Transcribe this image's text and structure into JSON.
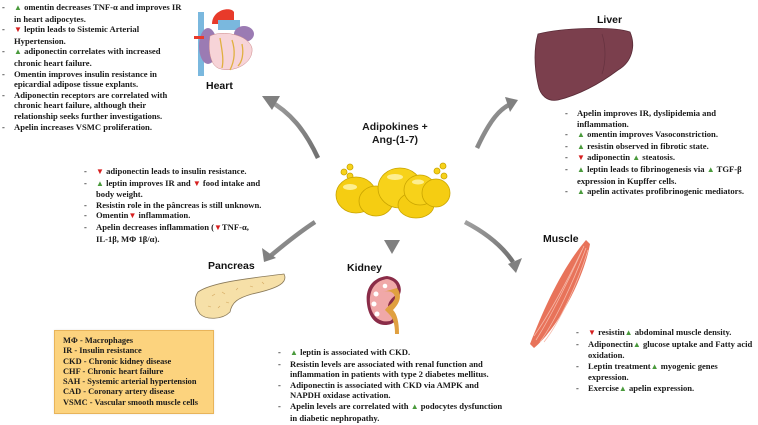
{
  "center": {
    "title_line1": "Adipokines +",
    "title_line2": "Ang-(1-7)",
    "icon": "fat-droplets-icon"
  },
  "heart": {
    "label": "Heart",
    "items": [
      {
        "pre_icon": "up",
        "text": " omentin decreases TNF-α and improves IR in heart adipocytes."
      },
      {
        "pre_icon": "down",
        "text": " leptin leads to Sistemic Arterial Hypertension."
      },
      {
        "pre_icon": "up",
        "text": " adiponectin correlates with increased chronic heart failure."
      },
      {
        "pre_icon": "",
        "text": "Omentin improves insulin resistance in epicardial adipose tissue explants."
      },
      {
        "pre_icon": "",
        "text": "Adiponectin receptors are correlated with chronic heart failure, although their relationship seeks further investigations."
      },
      {
        "pre_icon": "",
        "text": "Apelin increases VSMC proliferation."
      }
    ]
  },
  "liver": {
    "label": "Liver",
    "items": [
      {
        "parts": [
          {
            "t": "Apelin improves IR, dyslipidemia and inflammation."
          }
        ]
      },
      {
        "parts": [
          {
            "i": "up"
          },
          {
            "t": "  omentin improves Vasoconstriction."
          }
        ]
      },
      {
        "parts": [
          {
            "i": "up"
          },
          {
            "t": "  resistin observed in fibrotic state."
          }
        ]
      },
      {
        "parts": [
          {
            "i": "down"
          },
          {
            "t": "  adiponectin "
          },
          {
            "i": "up"
          },
          {
            "t": " steatosis."
          }
        ]
      },
      {
        "parts": [
          {
            "i": "up"
          },
          {
            "t": "  leptin leads to fibrinogenesis via "
          },
          {
            "i": "up"
          },
          {
            "t": " TGF-β expression in Kupffer cells."
          }
        ]
      },
      {
        "parts": [
          {
            "i": "up"
          },
          {
            "t": " apelin activates profibrinogenic mediators."
          }
        ]
      }
    ]
  },
  "pancreas": {
    "label": "Pancreas",
    "items": [
      {
        "parts": [
          {
            "i": "down"
          },
          {
            "t": " adiponectin leads to insulin resistance."
          }
        ]
      },
      {
        "parts": [
          {
            "i": "up"
          },
          {
            "t": " leptin improves IR and "
          },
          {
            "i": "down"
          },
          {
            "t": " food intake and  body weight."
          }
        ]
      },
      {
        "parts": [
          {
            "t": "Resistin role in the pâncreas is still unknown."
          }
        ]
      },
      {
        "parts": [
          {
            "t": "Omentin"
          },
          {
            "i": "down"
          },
          {
            "t": " inflammation."
          }
        ]
      },
      {
        "parts": [
          {
            "t": "Apelin decreases inflammation ("
          },
          {
            "i": "down"
          },
          {
            "t": "TNF-α, IL-1β, MΦ 1β/α)."
          }
        ]
      }
    ]
  },
  "kidney": {
    "label": "Kidney",
    "items": [
      {
        "parts": [
          {
            "i": "up"
          },
          {
            "t": " leptin is associated with CKD."
          }
        ]
      },
      {
        "parts": [
          {
            "t": "Resistin levels are associated with renal function and inflammation in patients with type 2 diabetes mellitus."
          }
        ]
      },
      {
        "parts": [
          {
            "t": "Adiponectin is associated with CKD via AMPK and NAPDH oxidase activation."
          }
        ]
      },
      {
        "parts": [
          {
            "t": "Apelin levels are correlated with "
          },
          {
            "i": "up"
          },
          {
            "t": "  podocytes dysfunction in diabetic nephropathy."
          }
        ]
      }
    ]
  },
  "muscle": {
    "label": "Muscle",
    "items": [
      {
        "parts": [
          {
            "i": "down"
          },
          {
            "t": " resistin"
          },
          {
            "i": "up"
          },
          {
            "t": " abdominal muscle density."
          }
        ]
      },
      {
        "parts": [
          {
            "t": "Adiponectin"
          },
          {
            "i": "up"
          },
          {
            "t": " glucose uptake and Fatty acid oxidation."
          }
        ]
      },
      {
        "parts": [
          {
            "t": "Leptin treatment"
          },
          {
            "i": "up"
          },
          {
            "t": " myogenic genes expression."
          }
        ]
      },
      {
        "parts": [
          {
            "t": "Exercise"
          },
          {
            "i": "up"
          },
          {
            "t": " apelin expression."
          }
        ]
      }
    ]
  },
  "legend": {
    "entries": [
      "MΦ - Macrophages",
      "IR - Insulin resistance",
      "CKD - Chronic kidney disease",
      "CHF - Chronic heart failure",
      "SAH - Systemic arterial hypertension",
      "CAD - Coronary artery disease",
      "VSMC - Vascular smooth muscle cells"
    ]
  },
  "icons": {
    "up": "▲",
    "down": "▼"
  },
  "colors": {
    "up_arrow": "#4a9a3c",
    "down_arrow": "#d61f1f",
    "legend_bg": "#fcd37e",
    "liver": "#7b3f4d",
    "muscle": "#e8735a",
    "pancreas": "#f6e0a8",
    "fat": "#f7d21a",
    "connector_arrow": "#8a8a8a"
  }
}
